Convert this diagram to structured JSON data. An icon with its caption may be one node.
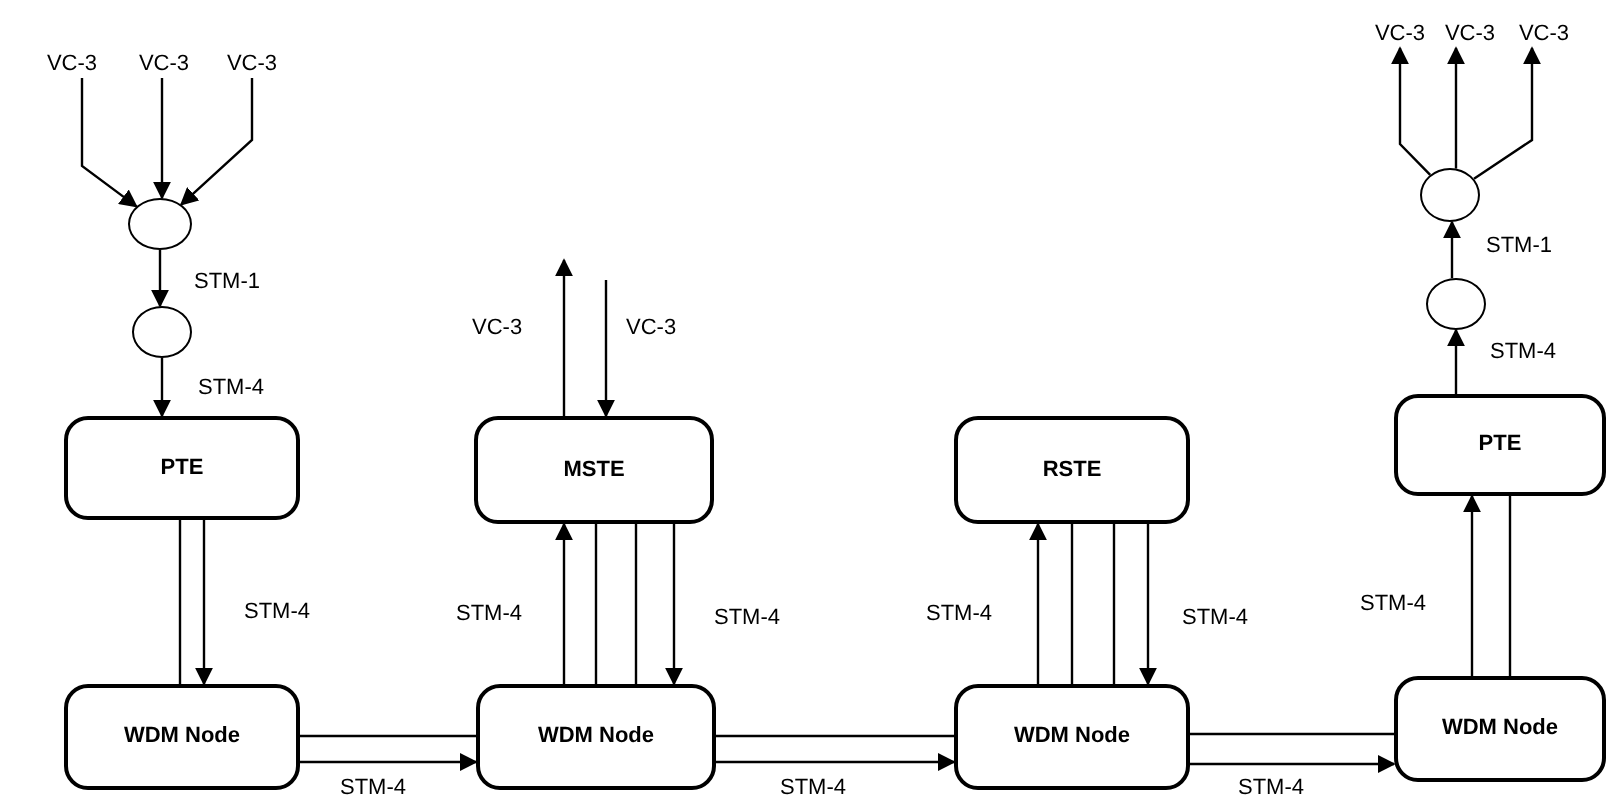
{
  "diagram": {
    "nodes": [
      {
        "text": [
          "VC-3"
        ]
      },
      {
        "text": [
          "VC-3"
        ]
      },
      {
        "text": [
          "VC-3"
        ]
      },
      {
        "text": [],
        "shape": "circle"
      },
      {
        "text": [],
        "shape": "circle"
      },
      {
        "text": [
          "PTE"
        ]
      },
      {
        "text": [
          "MSTE"
        ]
      },
      {
        "text": [
          "RSTE"
        ]
      },
      {
        "text": [
          "VC-3"
        ]
      },
      {
        "text": [
          "VC-3"
        ]
      },
      {
        "text": [
          "VC-3"
        ]
      },
      {
        "text": [],
        "shape": "circle"
      },
      {
        "text": [],
        "shape": "circle"
      },
      {
        "text": [
          "PTE"
        ]
      },
      {
        "text": [
          "WDM Node"
        ]
      },
      {
        "text": [
          "WDM Node"
        ]
      },
      {
        "text": [
          "WDM Node"
        ]
      },
      {
        "text": [
          "WDM Node"
        ]
      }
    ],
    "edges": [
      {
        "from": 0,
        "to": 3,
        "arrow": "to"
      },
      {
        "from": 1,
        "to": 3,
        "arrow": "to"
      },
      {
        "from": 2,
        "to": 3,
        "arrow": "to"
      },
      {
        "from": 3,
        "to": 4,
        "arrow": "to",
        "label": "STM-1"
      },
      {
        "from": 4,
        "to": 5,
        "arrow": "to",
        "label": "STM-4"
      },
      {
        "from": 5,
        "to": 14,
        "arrow": "none"
      },
      {
        "from": 5,
        "to": 14,
        "arrow": "to",
        "label": "STM-4"
      },
      {
        "from": 6,
        "to": null,
        "arrow": "to",
        "label": "VC-3"
      },
      {
        "from": null,
        "to": 6,
        "arrow": "to",
        "label": "VC-3"
      },
      {
        "from": 15,
        "to": 6,
        "arrow": "to",
        "label": "STM-4"
      },
      {
        "from": 6,
        "to": 15,
        "arrow": "none"
      },
      {
        "from": 6,
        "to": 15,
        "arrow": "none"
      },
      {
        "from": 6,
        "to": 15,
        "arrow": "to",
        "label": "STM-4"
      },
      {
        "from": 16,
        "to": 7,
        "arrow": "to",
        "label": "STM-4"
      },
      {
        "from": 7,
        "to": 16,
        "arrow": "none"
      },
      {
        "from": 7,
        "to": 16,
        "arrow": "none"
      },
      {
        "from": 7,
        "to": 16,
        "arrow": "to",
        "label": "STM-4"
      },
      {
        "from": 17,
        "to": 13,
        "arrow": "to",
        "label": "STM-4"
      },
      {
        "from": 13,
        "to": 17,
        "arrow": "none"
      },
      {
        "from": 13,
        "to": 12,
        "arrow": "to",
        "label": "STM-4"
      },
      {
        "from": 12,
        "to": 11,
        "arrow": "to",
        "label": "STM-1"
      },
      {
        "from": 11,
        "to": 8,
        "arrow": "to"
      },
      {
        "from": 11,
        "to": 9,
        "arrow": "to"
      },
      {
        "from": 11,
        "to": 10,
        "arrow": "to"
      },
      {
        "from": 14,
        "to": 15,
        "arrow": "none"
      },
      {
        "from": 14,
        "to": 15,
        "arrow": "to",
        "label": "STM-4"
      },
      {
        "from": 15,
        "to": 16,
        "arrow": "none"
      },
      {
        "from": 15,
        "to": 16,
        "arrow": "to",
        "label": "STM-4"
      },
      {
        "from": 16,
        "to": 17,
        "arrow": "none"
      },
      {
        "from": 16,
        "to": 17,
        "arrow": "to",
        "label": "STM-4"
      }
    ]
  }
}
